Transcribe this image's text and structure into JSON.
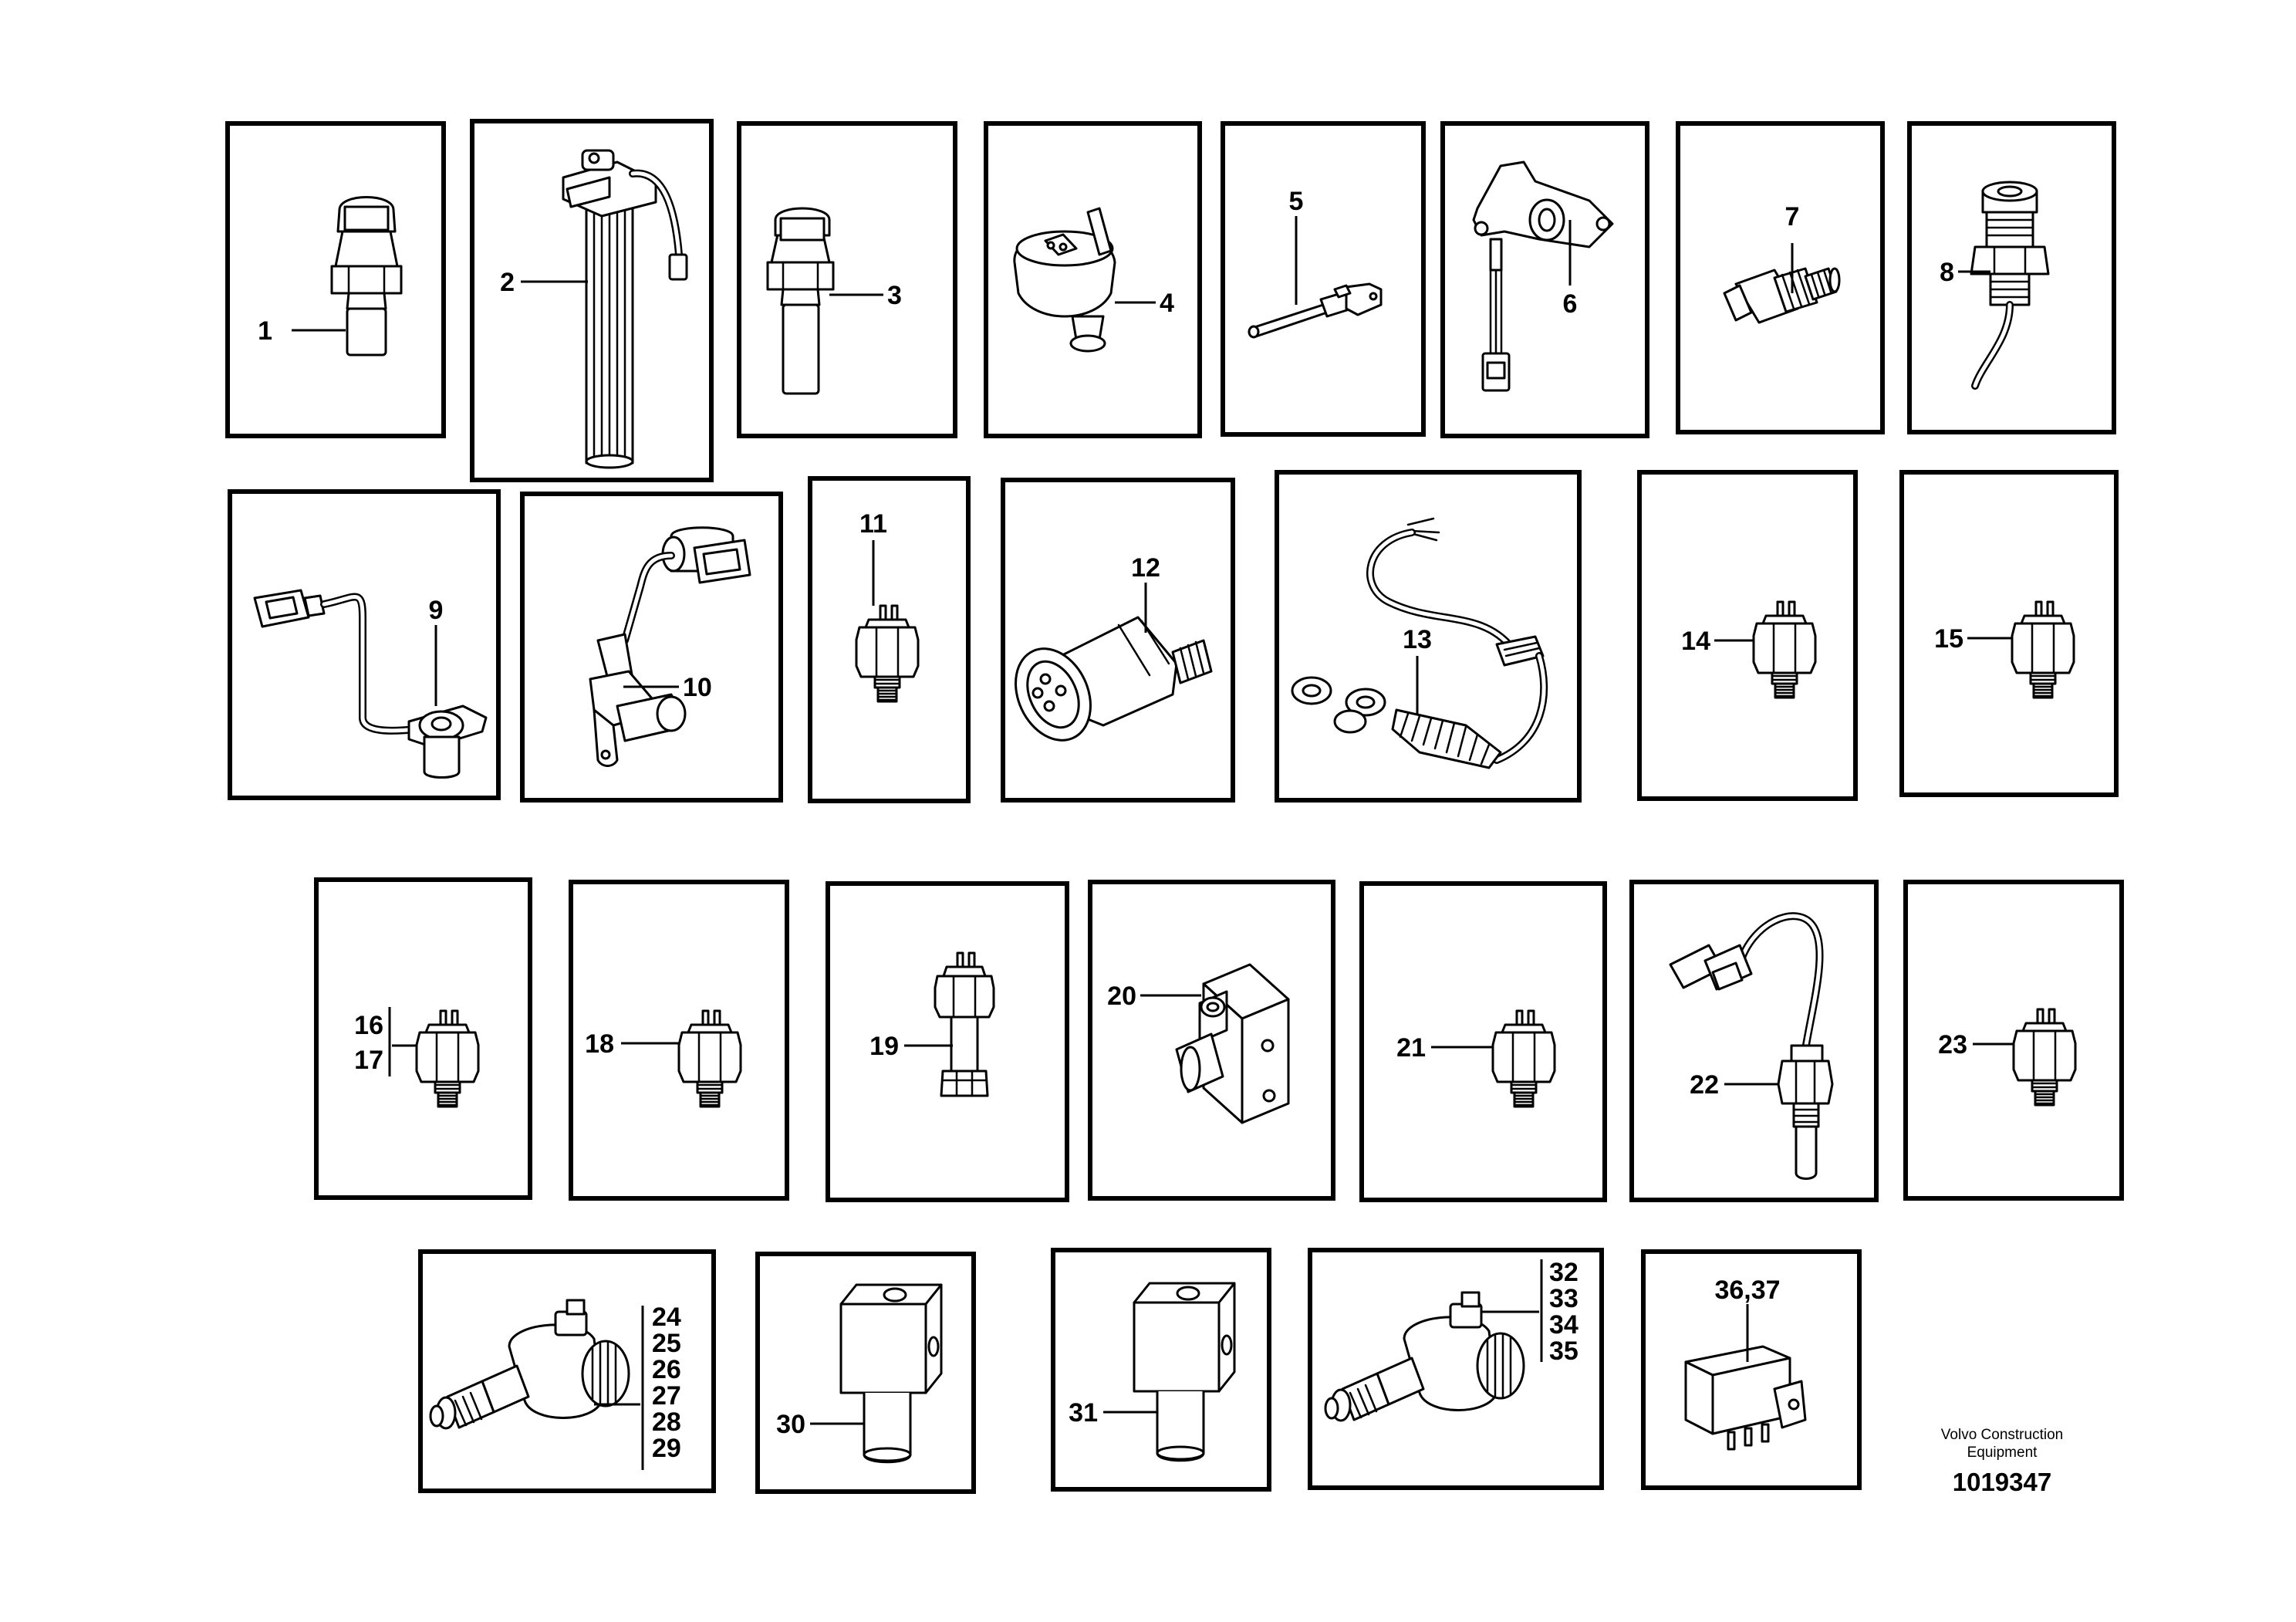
{
  "callouts": {
    "c1": "1",
    "c2": "2",
    "c3": "3",
    "c4": "4",
    "c5": "5",
    "c6": "6",
    "c7": "7",
    "c8": "8",
    "c9": "9",
    "c10": "10",
    "c11": "11",
    "c12": "12",
    "c13": "13",
    "c14": "14",
    "c15": "15",
    "c16": "16",
    "c17": "17",
    "c18": "18",
    "c19": "19",
    "c20": "20",
    "c21": "21",
    "c22": "22",
    "c23": "23",
    "c24": "24",
    "c25": "25",
    "c26": "26",
    "c27": "27",
    "c28": "28",
    "c29": "29",
    "c30": "30",
    "c31": "31",
    "c32": "32",
    "c33": "33",
    "c34": "34",
    "c35": "35",
    "c3637": "36,37"
  },
  "footer": {
    "brand_line1": "Volvo Construction",
    "brand_line2": "Equipment",
    "doc_number": "1019347"
  }
}
